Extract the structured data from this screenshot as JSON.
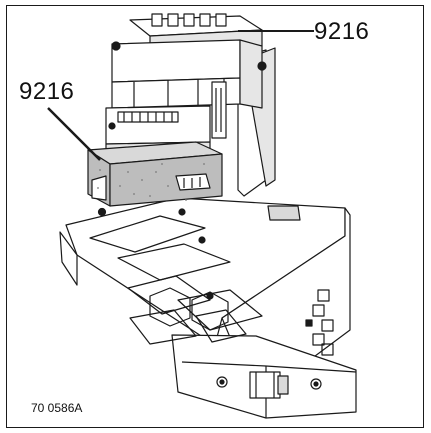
{
  "callouts": {
    "upper_part_number": "9216",
    "left_part_number": "9216"
  },
  "figure_id": "70 0586A",
  "colors": {
    "line": "#1a1a1a",
    "shade": "#bdbdbd",
    "light_shade": "#d9d9d9",
    "background": "#ffffff"
  }
}
